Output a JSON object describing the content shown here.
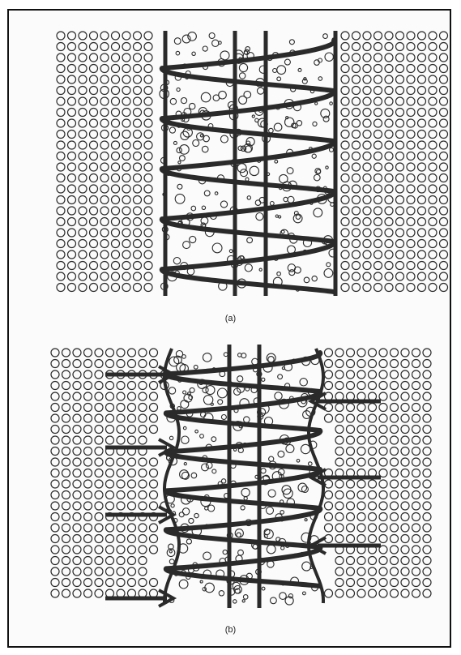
{
  "figure": {
    "panels": [
      {
        "label": "(a)"
      },
      {
        "label": "(b)"
      }
    ]
  },
  "colors": {
    "ink": "#2a2a2a",
    "paper": "#fbfbfb",
    "border": "#111111"
  },
  "icons": {
    "particle": "circle",
    "load": "arrow"
  }
}
